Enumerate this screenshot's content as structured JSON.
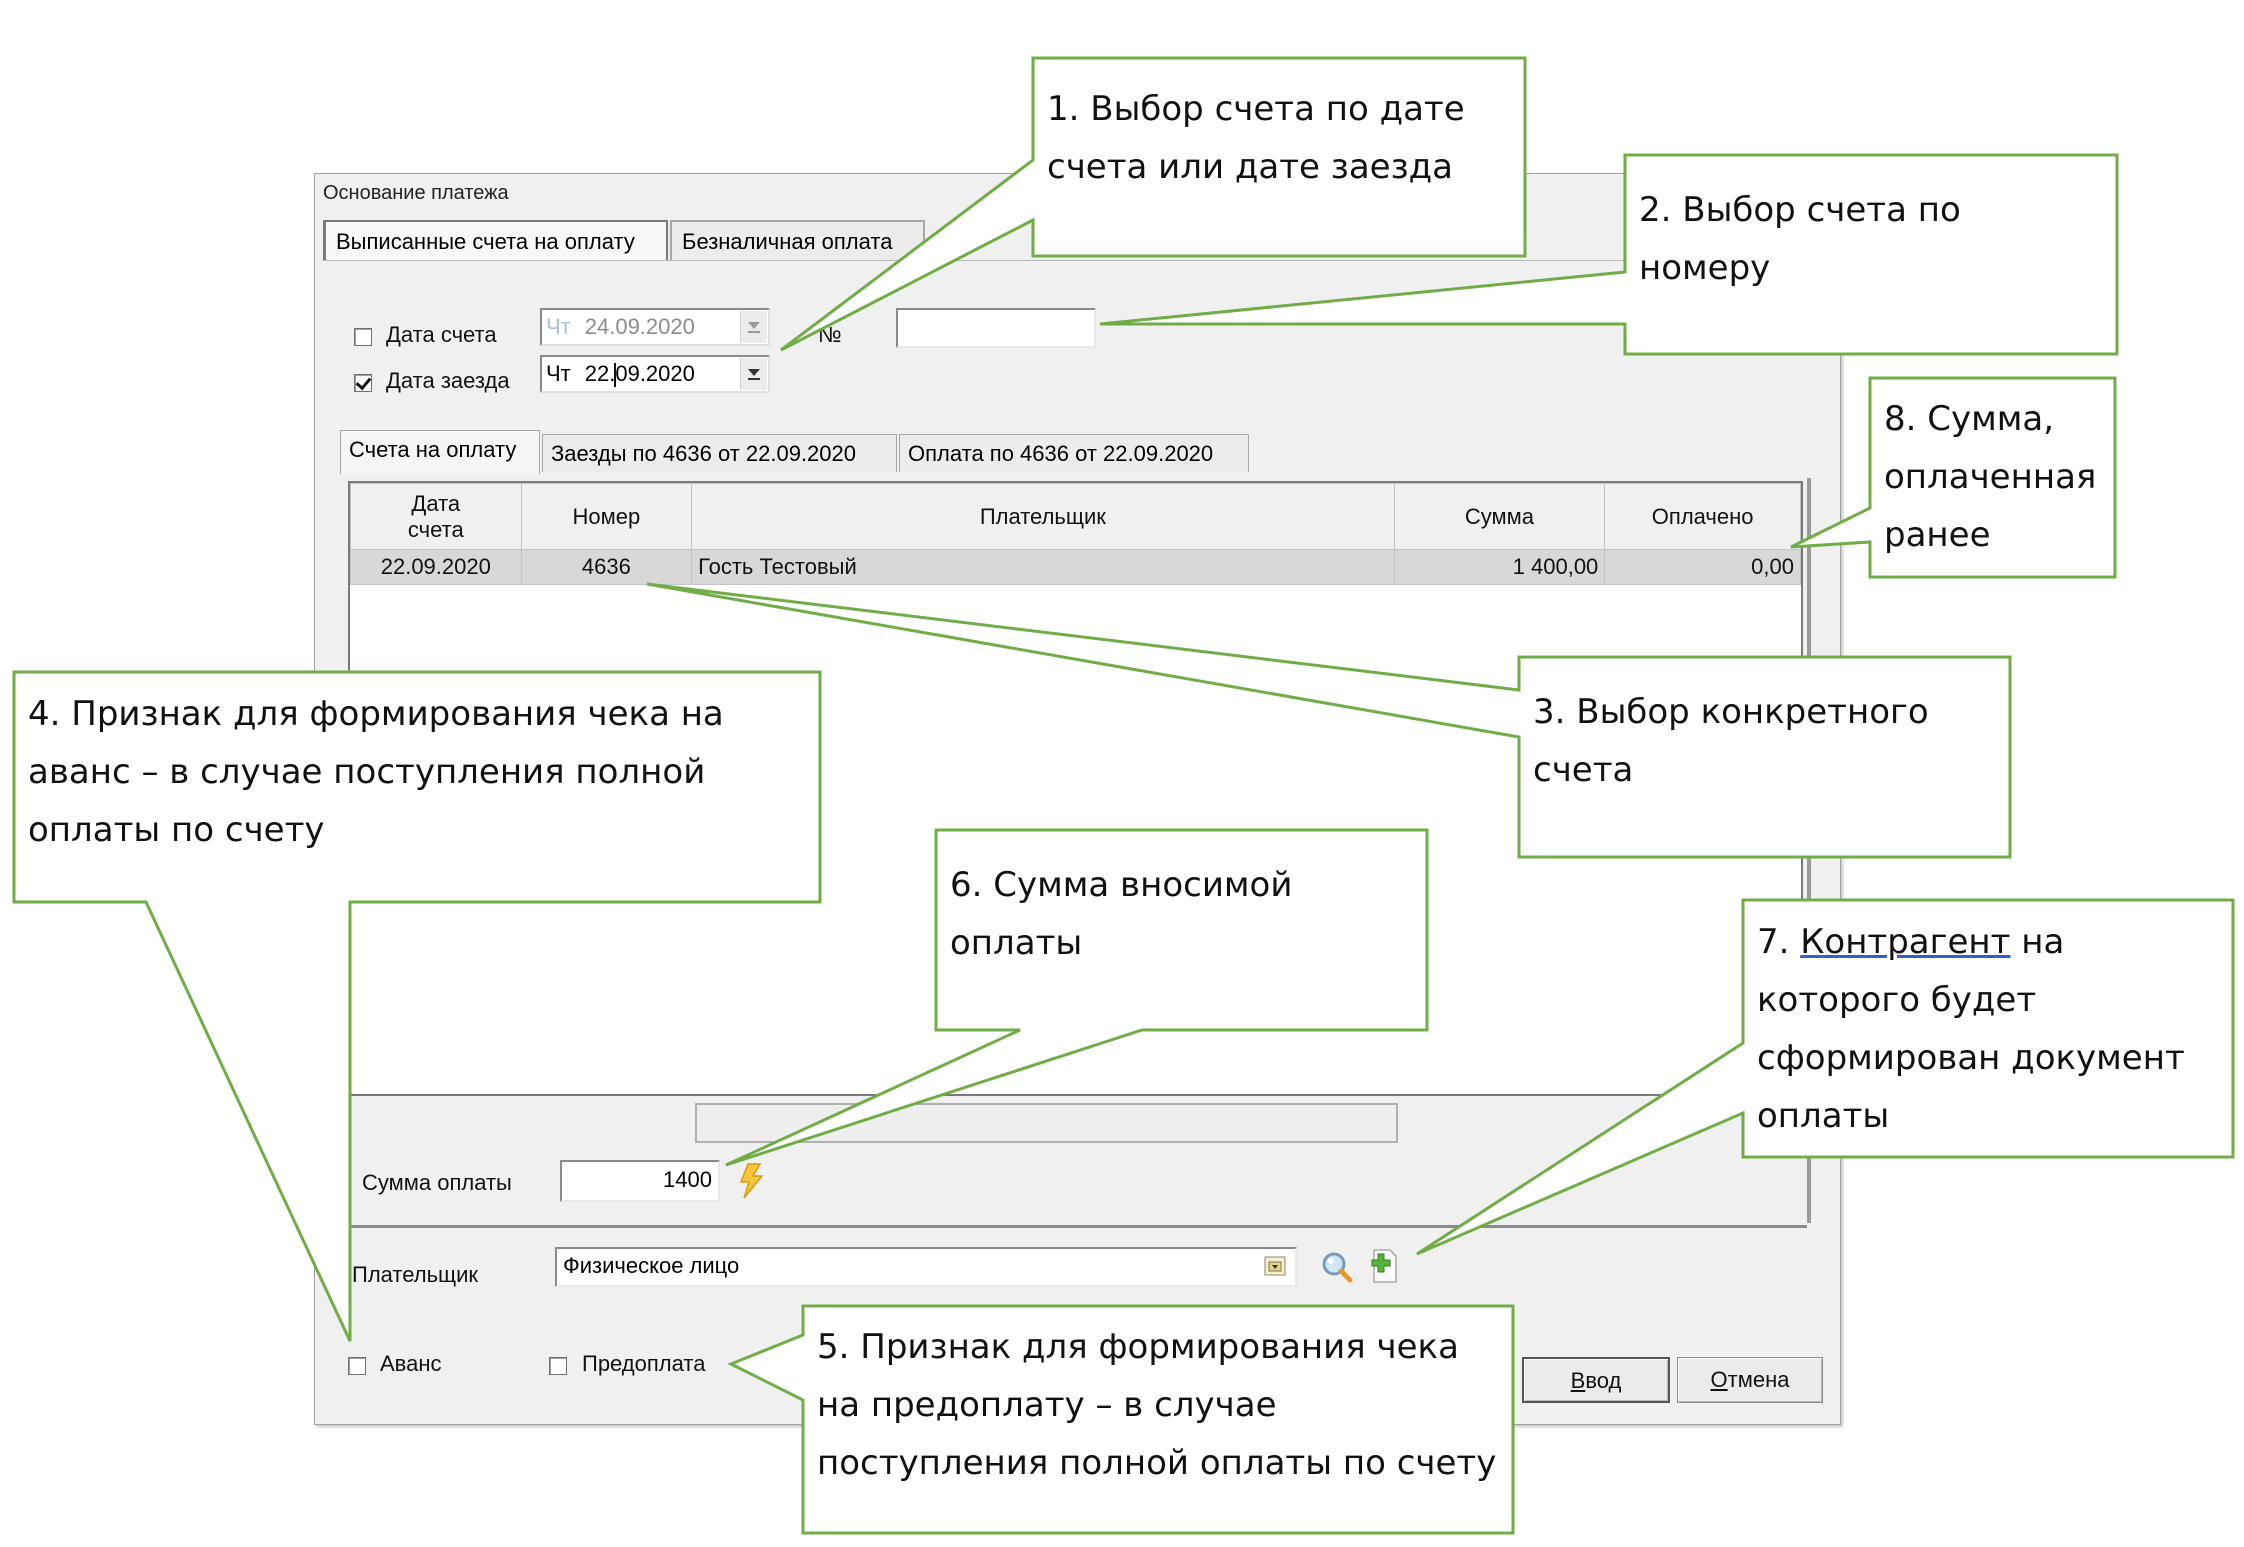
{
  "dialog": {
    "title": "Основание платежа",
    "tabs": [
      {
        "label": "Выписанные счета на оплату",
        "active": true
      },
      {
        "label": "Безналичная оплата",
        "active": false
      }
    ],
    "filters": {
      "invoice_date": {
        "label": "Дата счета",
        "checked": false,
        "day_of_week": "Чт",
        "value": "24.09.2020",
        "enabled": false
      },
      "checkin_date": {
        "label": "Дата заезда",
        "checked": true,
        "day_of_week": "Чт",
        "value_before_caret": "22.",
        "value_after_caret": "09.2020",
        "enabled": true
      },
      "number": {
        "label": "№",
        "value": ""
      }
    },
    "subtabs": [
      {
        "label": "Счета на оплату",
        "active": true
      },
      {
        "label": "Заезды по 4636 от 22.09.2020",
        "active": false
      },
      {
        "label": "Оплата по 4636 от 22.09.2020",
        "active": false
      }
    ],
    "grid": {
      "columns": [
        "Дата счета",
        "Номер",
        "Плательщик",
        "Сумма",
        "Оплачено"
      ],
      "rows": [
        {
          "date": "22.09.2020",
          "number": "4636",
          "payer": "Гость Тестовый",
          "sum": "1 400,00",
          "paid": "0,00",
          "selected": true
        }
      ]
    },
    "payment_sum": {
      "label": "Сумма оплаты",
      "value": "1400"
    },
    "payer": {
      "label": "Плательщик",
      "value": "Физическое лицо"
    },
    "advance": {
      "label": "Аванс",
      "checked": false
    },
    "prepayment": {
      "label": "Предоплата",
      "checked": false
    },
    "buttons": {
      "ok_prefix": "В",
      "ok_rest": "вод",
      "cancel_prefix": "О",
      "cancel_rest": "тмена"
    }
  },
  "callouts": {
    "c1": {
      "lines": [
        "1. Выбор счета по дате",
        "счета или дате заезда"
      ]
    },
    "c2": {
      "lines": [
        "2. Выбор счета по",
        "номеру"
      ]
    },
    "c3": {
      "lines": [
        "3. Выбор конкретного",
        "счета"
      ]
    },
    "c4": {
      "lines": [
        "4. Признак для формирования чека на",
        "аванс – в случае поступления полной",
        "оплаты по счету"
      ]
    },
    "c5": {
      "lines": [
        "5. Признак для формирования чека",
        "на предоплату – в случае",
        "поступления полной оплаты по счету"
      ]
    },
    "c6": {
      "lines": [
        "6. Сумма вносимой",
        "оплаты"
      ]
    },
    "c7": {
      "num": "7. ",
      "link": "Контрагент",
      "first_rest": " на",
      "lines": [
        "которого будет",
        "сформирован документ",
        "оплаты"
      ]
    },
    "c8": {
      "lines": [
        "8. Сумма,",
        "оплаченная",
        "ранее"
      ]
    }
  },
  "colors": {
    "callout_border": "#70ad47",
    "selected_row": "#d8d8d8",
    "dialog_bg": "#f0f0f0"
  }
}
